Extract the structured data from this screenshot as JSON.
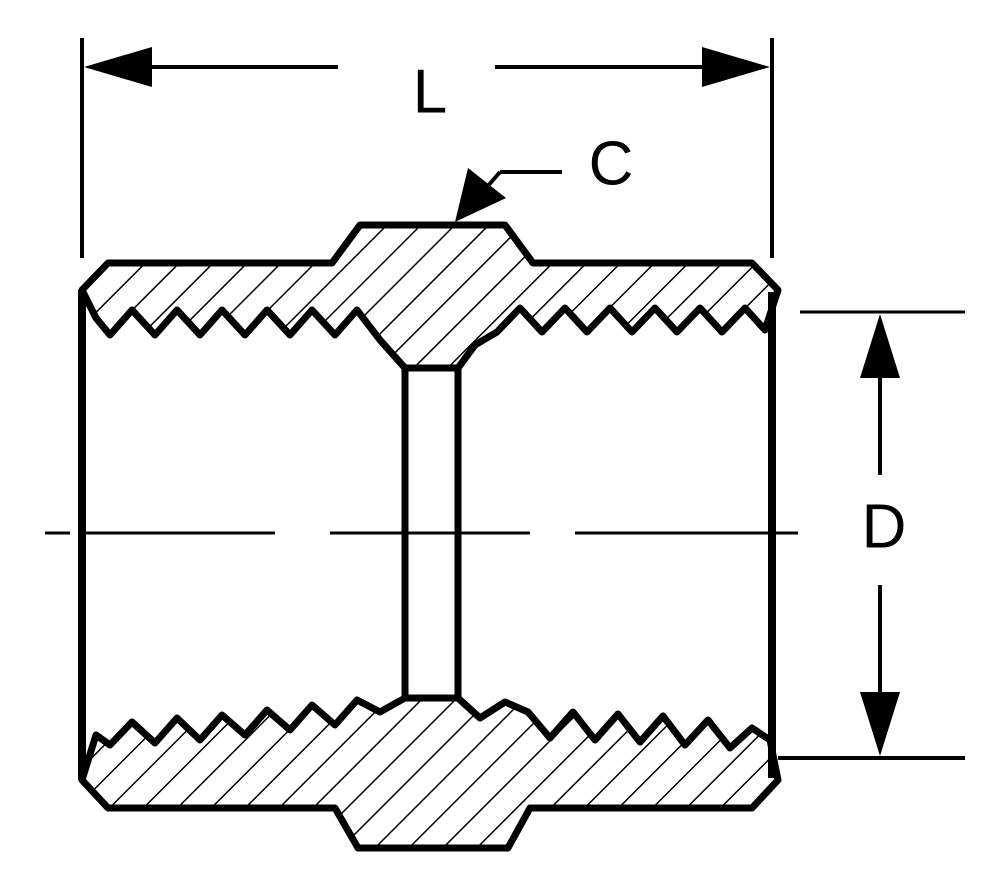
{
  "diagram": {
    "labels": {
      "length": "L",
      "center": "C",
      "diameter": "D"
    },
    "colors": {
      "ink": "#000000",
      "paper": "#ffffff"
    }
  }
}
